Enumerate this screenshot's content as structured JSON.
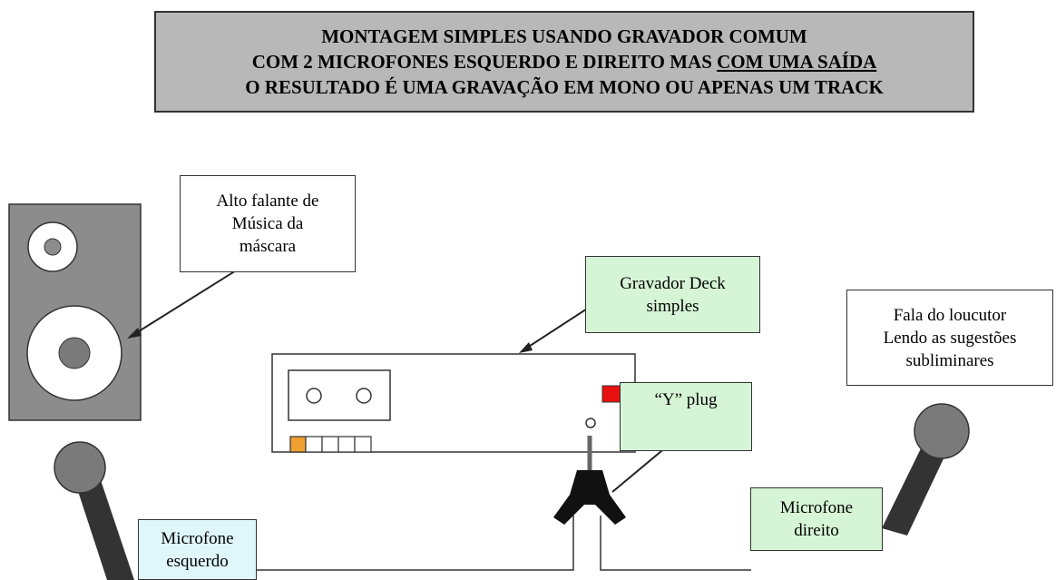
{
  "title": {
    "line1": "MONTAGEM SIMPLES USANDO GRAVADOR COMUM",
    "line2_before": "COM 2 MICROFONES ESQUERDO E DIREITO MAS ",
    "line2_underlined": "COM UMA SAÍDA",
    "line3": "O RESULTADO É UMA GRAVAÇÃO EM MONO OU APENAS UM TRACK"
  },
  "labels": {
    "speaker": [
      "Alto falante de",
      "Música da",
      "máscara"
    ],
    "recorder": [
      "Gravador Deck",
      "simples"
    ],
    "announcer": [
      "Fala do loucutor",
      "Lendo as sugestões",
      "subliminares"
    ],
    "yplug": "“Y” plug",
    "mic_right": [
      "Microfone",
      "direito"
    ],
    "mic_left": [
      "Microfone",
      "esquerdo"
    ]
  },
  "colors": {
    "title_bg": "#b8b8b8",
    "speaker_body": "#8c8c8c",
    "mic_head": "#7a7a7a",
    "mic_handle": "#333333",
    "label_green": "#d6f5d6",
    "label_cyan": "#dff6fb",
    "record_button": "#f0a030",
    "red_indicator": "#e81010"
  }
}
